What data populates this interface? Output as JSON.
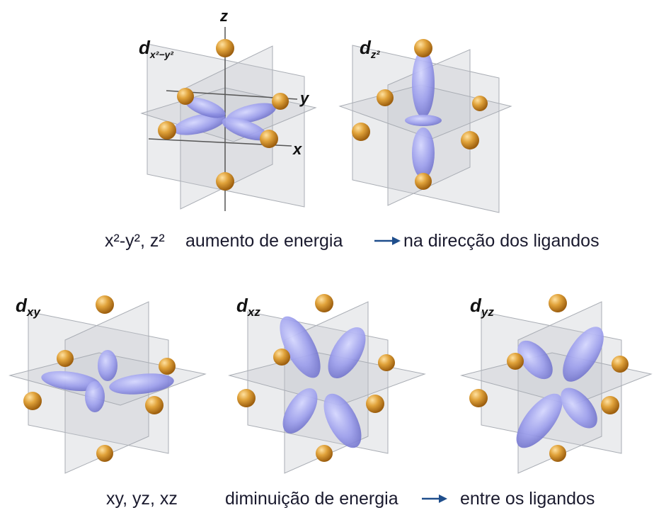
{
  "diagram": {
    "top_row": {
      "panels": [
        {
          "id": "dx2y2",
          "label_main": "d",
          "label_sub": "x²−y²",
          "axis_z": "z",
          "axis_y": "y",
          "axis_x": "x"
        },
        {
          "id": "dz2",
          "label_main": "d",
          "label_sub": "z²"
        }
      ],
      "caption_left": "x²-y², z²",
      "caption_mid": "aumento de energia",
      "caption_right": "na direcção dos ligandos"
    },
    "bottom_row": {
      "panels": [
        {
          "id": "dxy",
          "label_main": "d",
          "label_sub": "xy"
        },
        {
          "id": "dxz",
          "label_main": "d",
          "label_sub": "xz"
        },
        {
          "id": "dyz",
          "label_main": "d",
          "label_sub": "yz"
        }
      ],
      "caption_left": "xy, yz, xz",
      "caption_mid": "diminuição de energia",
      "caption_right": "entre os ligandos"
    },
    "colors": {
      "ligand": "#d9951e",
      "lobe": "#8d8fe6",
      "plane": "#b9bcc3",
      "arrow": "#1f4e8c",
      "text": "#1a1a2e"
    }
  }
}
